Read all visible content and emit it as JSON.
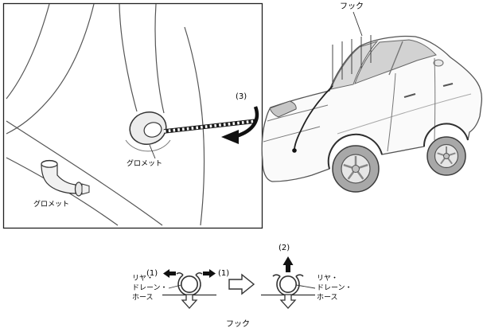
{
  "figure": {
    "car_hook_label": "フック",
    "inset": {
      "step3_label": "(3)",
      "grommet_label": "グロメット",
      "grommet_part_label": "グロメット"
    },
    "hook_detail": {
      "step1_left_label": "(1)",
      "step1_right_label": "(1)",
      "step2_label": "(2)",
      "hose_label_left": "リヤ・\nドレーン・\nホース",
      "hose_label_right": "リヤ・\nドレーン・\nホース",
      "hook_label": "フック"
    }
  }
}
